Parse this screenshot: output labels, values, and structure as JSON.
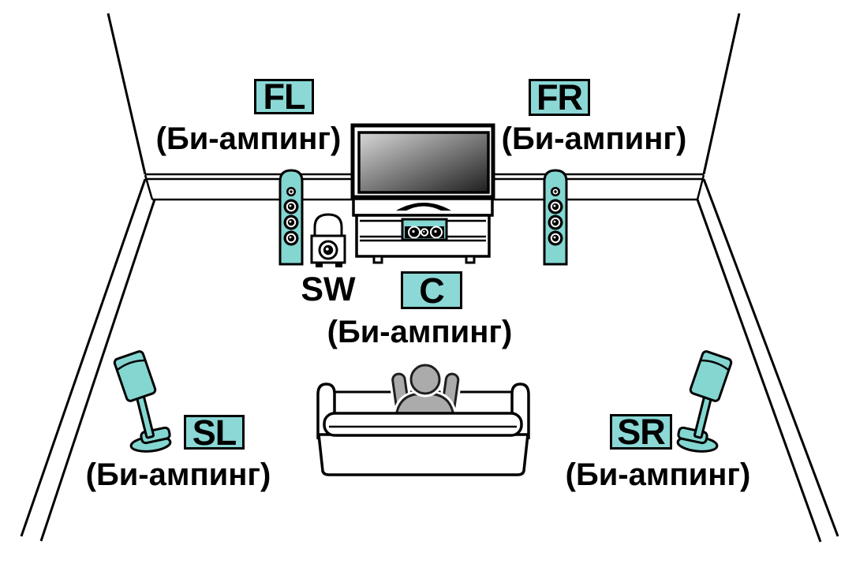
{
  "diagram": {
    "kind": "5.1-channel speaker placement diagram (bi-amp front speakers)",
    "speaker_labels": {
      "fl": "FL",
      "fr": "FR",
      "c": "C",
      "sw": "SW",
      "sl": "SL",
      "sr": "SR"
    },
    "captions": {
      "fl": "(Би-ампинг)",
      "fr": "(Би-ампинг)",
      "c": "(Би-ампинг)",
      "sl": "(Би-ампинг)",
      "sr": "(Би-ампинг)"
    },
    "colors": {
      "speaker_fill": "#84d6d1",
      "label_box_fill": "#8bd8d6",
      "outline": "#000000",
      "person_fill": "#ababab",
      "screen_gradient": [
        "#d8d8d8",
        "#1e1e1e"
      ]
    }
  }
}
